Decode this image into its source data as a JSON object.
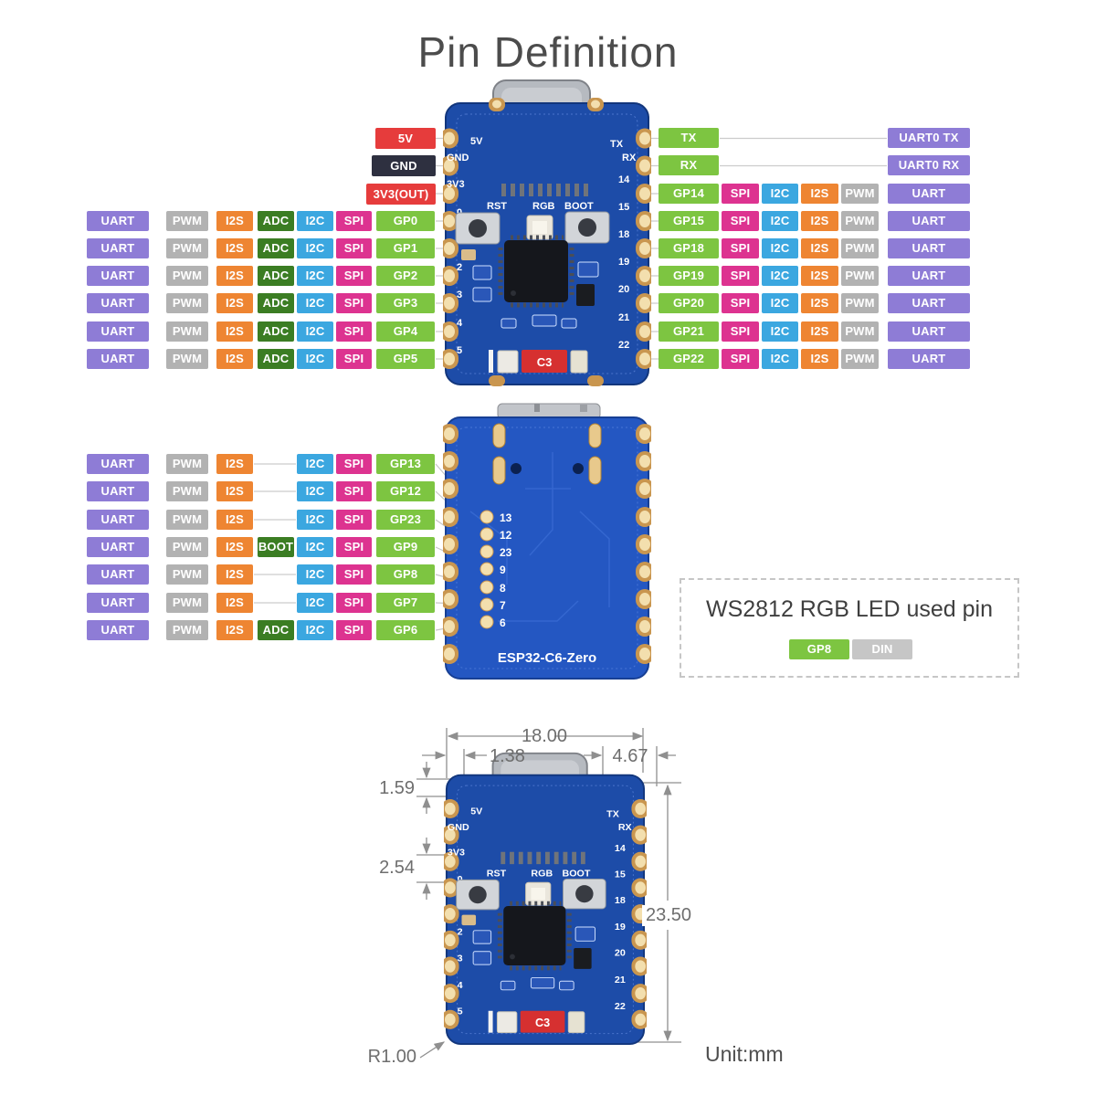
{
  "title": "Pin Definition",
  "top": {
    "power": [
      {
        "label": "5V",
        "type": "v5"
      },
      {
        "label": "GND",
        "type": "gnd"
      },
      {
        "label": "3V3(OUT)",
        "type": "v5"
      }
    ],
    "left_rows": [
      {
        "gp": "GP0",
        "funcs": [
          "UART",
          "PWM",
          "I2S",
          "ADC",
          "I2C",
          "SPI"
        ]
      },
      {
        "gp": "GP1",
        "funcs": [
          "UART",
          "PWM",
          "I2S",
          "ADC",
          "I2C",
          "SPI"
        ]
      },
      {
        "gp": "GP2",
        "funcs": [
          "UART",
          "PWM",
          "I2S",
          "ADC",
          "I2C",
          "SPI"
        ]
      },
      {
        "gp": "GP3",
        "funcs": [
          "UART",
          "PWM",
          "I2S",
          "ADC",
          "I2C",
          "SPI"
        ]
      },
      {
        "gp": "GP4",
        "funcs": [
          "UART",
          "PWM",
          "I2S",
          "ADC",
          "I2C",
          "SPI"
        ]
      },
      {
        "gp": "GP5",
        "funcs": [
          "UART",
          "PWM",
          "I2S",
          "ADC",
          "I2C",
          "SPI"
        ]
      }
    ],
    "uart_rows": [
      {
        "pin": "TX",
        "func": "UART0 TX"
      },
      {
        "pin": "RX",
        "func": "UART0 RX"
      }
    ],
    "right_rows": [
      {
        "gp": "GP14",
        "funcs": [
          "SPI",
          "I2C",
          "I2S",
          "PWM",
          "UART"
        ]
      },
      {
        "gp": "GP15",
        "funcs": [
          "SPI",
          "I2C",
          "I2S",
          "PWM",
          "UART"
        ]
      },
      {
        "gp": "GP18",
        "funcs": [
          "SPI",
          "I2C",
          "I2S",
          "PWM",
          "UART"
        ]
      },
      {
        "gp": "GP19",
        "funcs": [
          "SPI",
          "I2C",
          "I2S",
          "PWM",
          "UART"
        ]
      },
      {
        "gp": "GP20",
        "funcs": [
          "SPI",
          "I2C",
          "I2S",
          "PWM",
          "UART"
        ]
      },
      {
        "gp": "GP21",
        "funcs": [
          "SPI",
          "I2C",
          "I2S",
          "PWM",
          "UART"
        ]
      },
      {
        "gp": "GP22",
        "funcs": [
          "SPI",
          "I2C",
          "I2S",
          "PWM",
          "UART"
        ]
      }
    ]
  },
  "middle": {
    "rows": [
      {
        "gp": "GP13",
        "funcs": [
          "UART",
          "PWM",
          "I2S"
        ],
        "extra": "",
        "tail": [
          "I2C",
          "SPI"
        ],
        "pad": "13"
      },
      {
        "gp": "GP12",
        "funcs": [
          "UART",
          "PWM",
          "I2S"
        ],
        "extra": "",
        "tail": [
          "I2C",
          "SPI"
        ],
        "pad": "12"
      },
      {
        "gp": "GP23",
        "funcs": [
          "UART",
          "PWM",
          "I2S"
        ],
        "extra": "",
        "tail": [
          "I2C",
          "SPI"
        ],
        "pad": "23"
      },
      {
        "gp": "GP9",
        "funcs": [
          "UART",
          "PWM",
          "I2S"
        ],
        "extra": "BOOT",
        "tail": [
          "I2C",
          "SPI"
        ],
        "pad": "9"
      },
      {
        "gp": "GP8",
        "funcs": [
          "UART",
          "PWM",
          "I2S"
        ],
        "extra": "",
        "tail": [
          "I2C",
          "SPI"
        ],
        "pad": "8"
      },
      {
        "gp": "GP7",
        "funcs": [
          "UART",
          "PWM",
          "I2S"
        ],
        "extra": "",
        "tail": [
          "I2C",
          "SPI"
        ],
        "pad": "7"
      },
      {
        "gp": "GP6",
        "funcs": [
          "UART",
          "PWM",
          "I2S"
        ],
        "extra": "ADC",
        "tail": [
          "I2C",
          "SPI"
        ],
        "pad": "6"
      }
    ]
  },
  "ws2812": {
    "title": "WS2812 RGB LED used pin",
    "pin": "GP8",
    "signal": "DIN"
  },
  "board_front": {
    "silk_left": [
      "5V",
      "GND",
      "3V3",
      "0",
      "1",
      "2",
      "3",
      "4",
      "5"
    ],
    "silk_right": [
      "TX",
      "RX",
      "14",
      "15",
      "18",
      "19",
      "20",
      "21",
      "22"
    ],
    "buttons": [
      "RST",
      "RGB",
      "BOOT"
    ],
    "cap": "C3"
  },
  "board_back": {
    "name": "ESP32-C6-Zero",
    "pads": [
      "13",
      "12",
      "23",
      "9",
      "8",
      "7",
      "6"
    ]
  },
  "dims": {
    "width": "18.00",
    "offset_left": "1.38",
    "offset_right": "4.67",
    "edge": "1.59",
    "pitch": "2.54",
    "height": "23.50",
    "corner": "R1.00",
    "unit": "Unit:mm"
  }
}
